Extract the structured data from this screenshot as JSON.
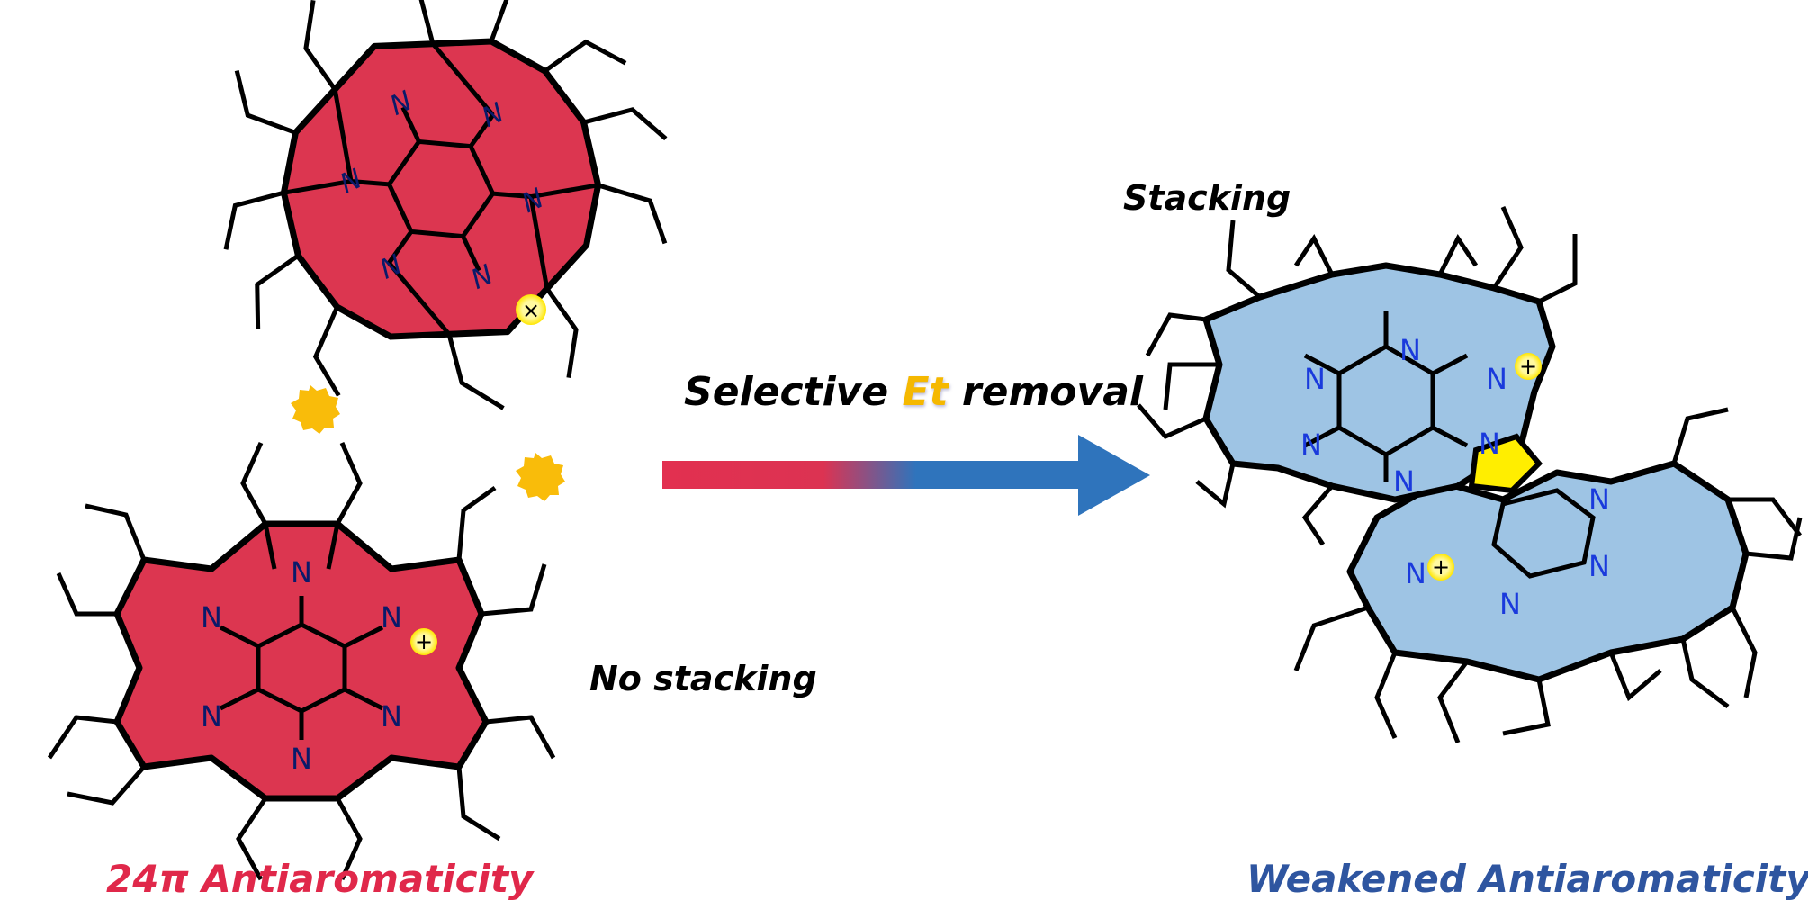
{
  "labels": {
    "stacking": "Stacking",
    "no_stacking": "No stacking",
    "process_prefix": "Selective ",
    "process_highlight": "Et",
    "process_suffix": " removal",
    "left_caption": "24π Antiaromaticity",
    "right_caption": "Weakened Antiaromaticity"
  },
  "molecules": {
    "left_top": {
      "atom_label": "N",
      "charge_symbol": "×",
      "fill": "#dc3650"
    },
    "left_bottom": {
      "atom_label": "N",
      "charge_symbol": "+",
      "fill": "#dc3650"
    },
    "right_dimer": {
      "atom_label": "N",
      "charge_symbol": "+",
      "fill": "#9ec4e4",
      "highlight_ring_fill": "#ffee00"
    }
  },
  "colors": {
    "antiaromatic_red": "#e0284a",
    "weakened_blue": "#2e55a0",
    "arrow_red": "#e23050",
    "arrow_blue": "#2f74bc",
    "ethyl_marker": "#f9bc0a",
    "charge_badge": "#fff200"
  },
  "icons": {
    "ethyl_marker_left": "star-burst-icon",
    "ethyl_marker_right": "star-burst-icon",
    "reaction_arrow": "right-arrow-icon"
  }
}
